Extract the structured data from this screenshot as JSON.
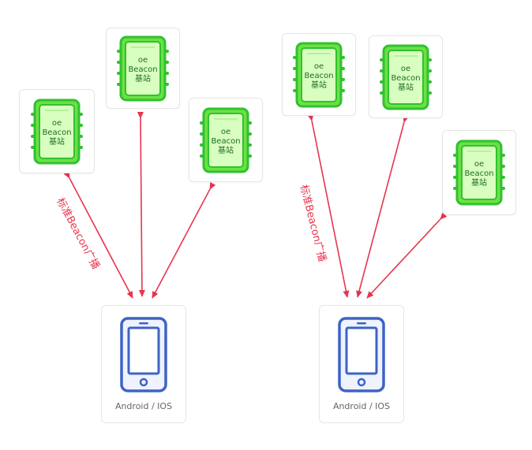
{
  "beacon": {
    "line1": "oe",
    "line2": "Beacon",
    "line3": "基站"
  },
  "device": {
    "label": "Android / IOS"
  },
  "broadcast_label": "标准Beacon广播",
  "colors": {
    "arrow": "#e8344e",
    "chip_fill": "#9cf07a",
    "chip_border": "#2fc22f",
    "phone": "#3f63c5"
  }
}
